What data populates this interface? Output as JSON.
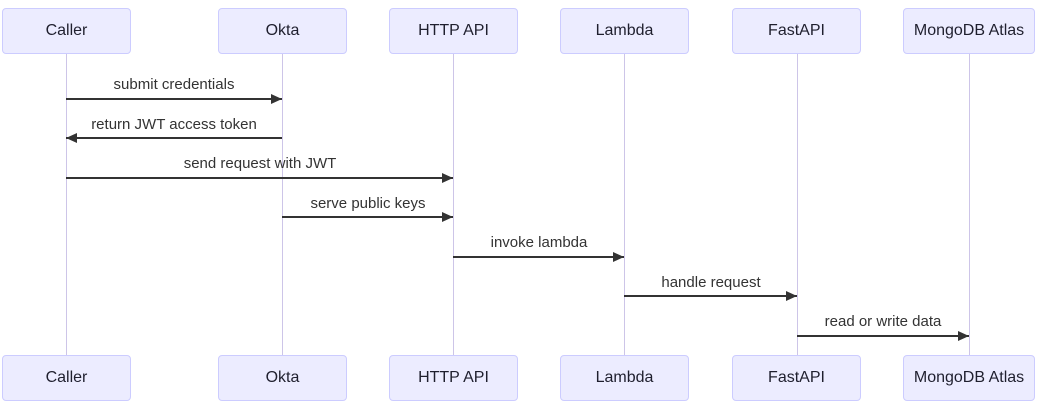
{
  "diagram": {
    "type": "sequence-diagram",
    "background": "#FFFFFF",
    "colors": {
      "actor_fill": "#ECECFF",
      "actor_border": "#CCCCFF",
      "lifeline": "#CDC5E8",
      "arrow": "#333333",
      "message_text": "#333333",
      "actor_text": "#1F1F2E"
    },
    "actors": [
      {
        "name": "Caller"
      },
      {
        "name": "Okta"
      },
      {
        "name": "HTTP API"
      },
      {
        "name": "Lambda"
      },
      {
        "name": "FastAPI"
      },
      {
        "name": "MongoDB Atlas"
      }
    ],
    "messages": [
      {
        "from": "Caller",
        "to": "Okta",
        "label": "submit credentials",
        "line": "solid"
      },
      {
        "from": "Okta",
        "to": "Caller",
        "label": "return JWT access token",
        "line": "solid"
      },
      {
        "from": "Caller",
        "to": "HTTP API",
        "label": "send request with JWT",
        "line": "solid"
      },
      {
        "from": "Okta",
        "to": "HTTP API",
        "label": "serve public keys",
        "line": "solid"
      },
      {
        "from": "HTTP API",
        "to": "Lambda",
        "label": "invoke lambda",
        "line": "solid"
      },
      {
        "from": "Lambda",
        "to": "FastAPI",
        "label": "handle request",
        "line": "solid"
      },
      {
        "from": "FastAPI",
        "to": "MongoDB Atlas",
        "label": "read or write data",
        "line": "solid"
      }
    ]
  }
}
